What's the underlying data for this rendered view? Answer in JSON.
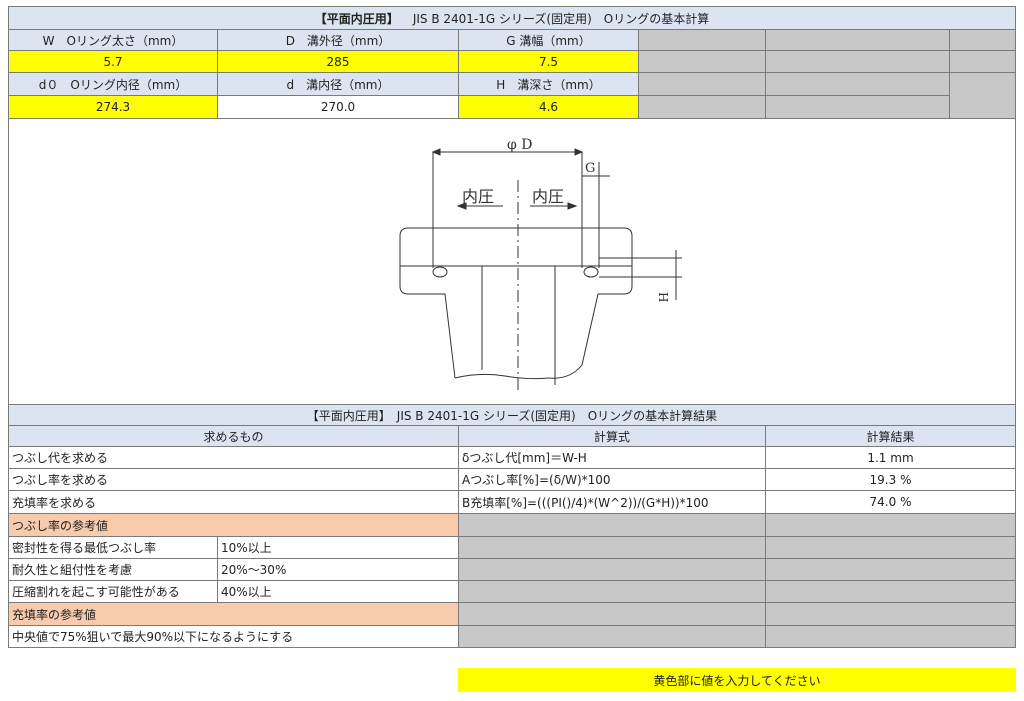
{
  "top_table": {
    "title_bold": "【平面内圧用】",
    "title_rest": "JIS B 2401-1G シリーズ(固定用)　Oリングの基本計算",
    "row1_labels": [
      "W　Oリング太さ（mm）",
      "D　溝外径（mm）",
      "G 溝幅（mm）"
    ],
    "row1_values": [
      "5.7",
      "285",
      "7.5"
    ],
    "row2_labels": [
      "d０　Oリング内径（mm）",
      "d　溝内径（mm）",
      "H　溝深さ（mm）"
    ],
    "row2_values": [
      "274.3",
      "270.0",
      "4.6"
    ]
  },
  "drawing": {
    "label_phiD": "φ D",
    "label_G": "G",
    "label_H": "H",
    "label_left_pressure": "内圧",
    "label_right_pressure": "内圧"
  },
  "result_table": {
    "title": "【平面内圧用】　JIS B 2401-1G シリーズ(固定用)　Oリングの基本計算結果",
    "headers": [
      "求めるもの",
      "計算式",
      "計算結果"
    ],
    "rows": [
      {
        "item": "つぶし代を求める",
        "formula": "δつぶし代[mm]＝W-H",
        "result": "1.1 mm"
      },
      {
        "item": "つぶし率を求める",
        "formula": "Aつぶし率[%]=(δ/W)*100",
        "result": "19.3 %"
      },
      {
        "item": "充填率を求める",
        "formula": "B充填率[%]=(((PI()/4)*(W^2))/(G*H))*100",
        "result": "74.0 %"
      }
    ],
    "ref_compression_title": "つぶし率の参考値",
    "ref_compression_rows": [
      {
        "label": "密封性を得る最低つぶし率",
        "value": "10%以上"
      },
      {
        "label": "耐久性と組付性を考慮",
        "value": "20%～30%"
      },
      {
        "label": "圧縮割れを起こす可能性がある",
        "value": "40%以上"
      }
    ],
    "ref_fill_title": "充填率の参考値",
    "ref_fill_row": "中央値で75%狙いで最大90%以下になるようにする"
  },
  "footer_note": "黄色部に値を入力してください",
  "colors": {
    "header_blue": "#dce4f2",
    "input_yellow": "#ffff00",
    "disabled_gray": "#c8c8c8",
    "reference_orange": "#f8cbad"
  }
}
